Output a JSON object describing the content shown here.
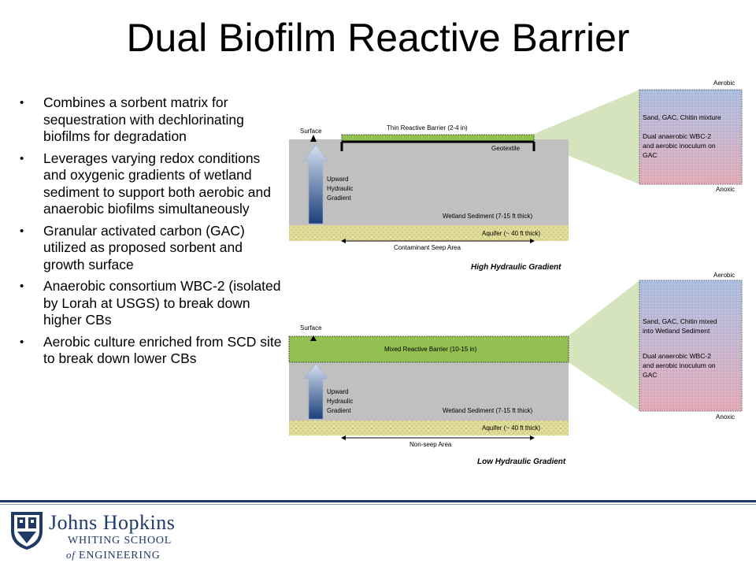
{
  "title": "Dual Biofilm Reactive Barrier",
  "bullets": [
    "Combines a sorbent matrix for sequestration with dechlorinating biofilms for degradation",
    "Leverages varying redox conditions and oxygenic gradients of wetland sediment to support both aerobic and anaerobic biofilms simultaneously",
    "Granular activated carbon (GAC) utilized as proposed sorbent and growth surface",
    "Anaerobic consortium WBC-2 (isolated by Lorah at USGS) to break down higher CBs",
    "Aerobic culture enriched from SCD site to break down lower CBs"
  ],
  "top_diagram": {
    "surface": "Surface",
    "barrier": "Thin Reactive Barrier (2-4 in)",
    "geotextile": "Geotextile",
    "upward_1": "Upward",
    "upward_2": "Hydraulic",
    "upward_3": "Gradient",
    "sediment": "Wetland Sediment (7-15 ft thick)",
    "aquifer": "Aquifer (~ 40 ft thick)",
    "area": "Contaminant Seep Area",
    "caption": "High Hydraulic Gradient",
    "aerobic": "Aerobic",
    "anoxic": "Anoxic",
    "zoom_line1": "Sand, GAC, Chitin mixture",
    "zoom_line2": "Dual anaerobic WBC-2",
    "zoom_line3": "and aerobic inoculum on",
    "zoom_line4": "GAC"
  },
  "bottom_diagram": {
    "surface": "Surface",
    "barrier": "Mixed Reactive Barrier (10-15 in)",
    "upward_1": "Upward",
    "upward_2": "Hydraulic",
    "upward_3": "Gradient",
    "sediment": "Wetland Sediment (7-15 ft thick)",
    "aquifer": "Aquifer (~ 40 ft thick)",
    "area": "Non-seep Area",
    "caption": "Low Hydraulic Gradient",
    "aerobic": "Aerobic",
    "anoxic": "Anoxic",
    "zoom_line1": "Sand, GAC, Chitin mixed",
    "zoom_line2": "into Wetland Sediment",
    "zoom_line3": "Dual anaerobic WBC-2",
    "zoom_line4": "and aerobic inoculum on",
    "zoom_line5": "GAC"
  },
  "footer": {
    "logo_line1": "Johns Hopkins",
    "logo_line2": "WHITING SCHOOL",
    "logo_line3_prefix": "of",
    "logo_line3": "ENGINEERING"
  },
  "colors": {
    "brand_navy": "#203864",
    "sediment_gray": "#c0c0c0",
    "barrier_green": "#92c050",
    "aquifer_khaki": "#e0dc9a",
    "zoom_fan": "#d6e4bd"
  }
}
